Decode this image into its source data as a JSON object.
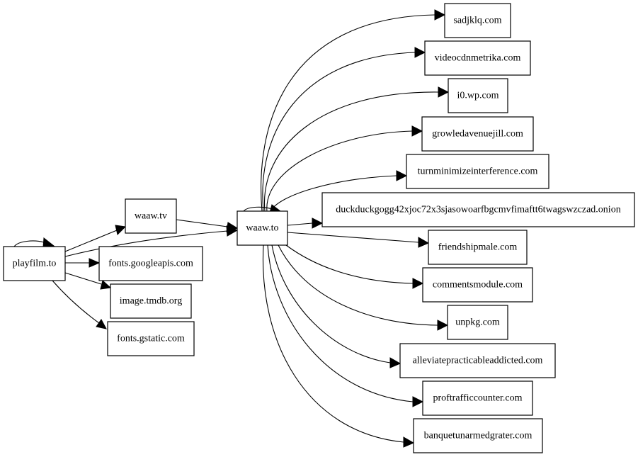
{
  "graph": {
    "nodes": [
      {
        "id": "playfilm",
        "label": "playfilm.to"
      },
      {
        "id": "waaw_tv",
        "label": "waaw.tv"
      },
      {
        "id": "fonts_googleapis",
        "label": "fonts.googleapis.com"
      },
      {
        "id": "image_tmdb",
        "label": "image.tmdb.org"
      },
      {
        "id": "fonts_gstatic",
        "label": "fonts.gstatic.com"
      },
      {
        "id": "waaw_to",
        "label": "waaw.to"
      },
      {
        "id": "sadjklq",
        "label": "sadjklq.com"
      },
      {
        "id": "videocdnmetrika",
        "label": "videocdnmetrika.com"
      },
      {
        "id": "i0_wp",
        "label": "i0.wp.com"
      },
      {
        "id": "growledavenuejill",
        "label": "growledavenuejill.com"
      },
      {
        "id": "turnminimize",
        "label": "turnminimizeinterference.com"
      },
      {
        "id": "duckduckgo_onion",
        "label": "duckduckgogg42xjoc72x3sjasowoarfbgcmvfimaftt6twagswzczad.onion"
      },
      {
        "id": "friendshipmale",
        "label": "friendshipmale.com"
      },
      {
        "id": "commentsmodule",
        "label": "commentsmodule.com"
      },
      {
        "id": "unpkg",
        "label": "unpkg.com"
      },
      {
        "id": "alleviate",
        "label": "alleviatepracticableaddicted.com"
      },
      {
        "id": "proftraffic",
        "label": "proftrafficcounter.com"
      },
      {
        "id": "banquet",
        "label": "banquetunarmedgrater.com"
      }
    ],
    "edges": [
      {
        "from": "playfilm",
        "to": "playfilm"
      },
      {
        "from": "playfilm",
        "to": "waaw_tv"
      },
      {
        "from": "playfilm",
        "to": "waaw_to"
      },
      {
        "from": "playfilm",
        "to": "fonts_googleapis"
      },
      {
        "from": "playfilm",
        "to": "image_tmdb"
      },
      {
        "from": "playfilm",
        "to": "fonts_gstatic"
      },
      {
        "from": "waaw_tv",
        "to": "waaw_to"
      },
      {
        "from": "waaw_to",
        "to": "waaw_to"
      },
      {
        "from": "waaw_to",
        "to": "sadjklq"
      },
      {
        "from": "waaw_to",
        "to": "videocdnmetrika"
      },
      {
        "from": "waaw_to",
        "to": "i0_wp"
      },
      {
        "from": "waaw_to",
        "to": "growledavenuejill"
      },
      {
        "from": "waaw_to",
        "to": "turnminimize"
      },
      {
        "from": "waaw_to",
        "to": "duckduckgo_onion"
      },
      {
        "from": "waaw_to",
        "to": "friendshipmale"
      },
      {
        "from": "waaw_to",
        "to": "commentsmodule"
      },
      {
        "from": "waaw_to",
        "to": "unpkg"
      },
      {
        "from": "waaw_to",
        "to": "alleviate"
      },
      {
        "from": "waaw_to",
        "to": "proftraffic"
      },
      {
        "from": "waaw_to",
        "to": "banquet"
      }
    ]
  }
}
